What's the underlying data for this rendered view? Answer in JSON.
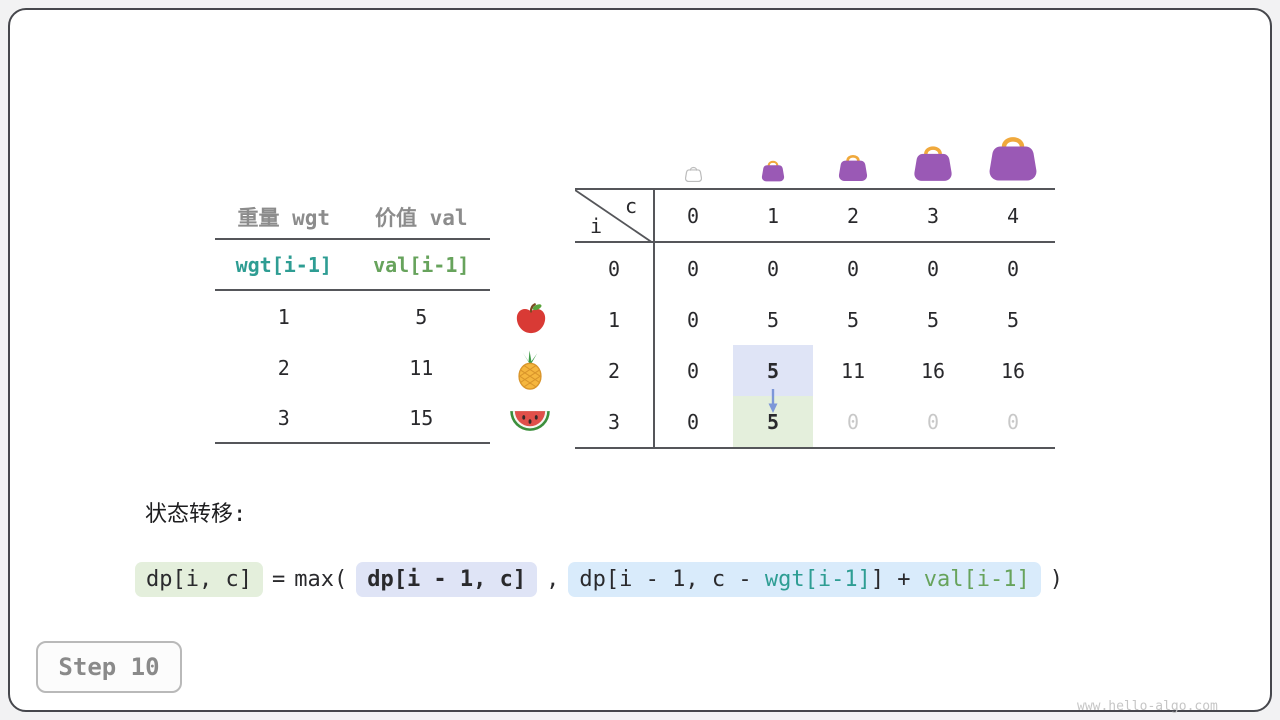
{
  "colors": {
    "teal_text": "#2e9d93",
    "green_text": "#67a35c",
    "highlight_blue_bg": "#dfe4f6",
    "highlight_green_bg": "#e4efdc",
    "formula_lightblue_bg": "#d9ebfb",
    "arrow_blue": "#7d97d8",
    "bag_body_purple": "#9a59b5",
    "bag_handle_orange": "#f0a93c",
    "muted_value_gray": "#c8c8c8",
    "header_gray": "#8c8c8c"
  },
  "icons": {
    "fruits": [
      "apple",
      "pineapple",
      "watermelon"
    ],
    "capacity_bags": [
      "empty-bag",
      "bag-small",
      "bag-medium",
      "bag-large",
      "bag-xlarge"
    ]
  },
  "item_table": {
    "col1_header": "重量 wgt",
    "col2_header": "价值 val",
    "formula_wgt": "wgt[i-1]",
    "formula_val": "val[i-1]",
    "rows": [
      {
        "wgt": "1",
        "val": "5"
      },
      {
        "wgt": "2",
        "val": "11"
      },
      {
        "wgt": "3",
        "val": "15"
      }
    ]
  },
  "dp_table": {
    "corner_col_label": "c",
    "corner_row_label": "i",
    "col_headers": [
      "0",
      "1",
      "2",
      "3",
      "4"
    ],
    "row_headers": [
      "0",
      "1",
      "2",
      "3"
    ],
    "rows": [
      [
        "0",
        "0",
        "0",
        "0",
        "0"
      ],
      [
        "0",
        "5",
        "5",
        "5",
        "5"
      ],
      [
        "0",
        "5",
        "11",
        "16",
        "16"
      ],
      [
        "0",
        "5",
        "0",
        "0",
        "0"
      ]
    ]
  },
  "transition": {
    "section_label": "状态转移:",
    "lhs": "dp[i, c]",
    "equals": "=",
    "max_open": "max(",
    "arg1": "dp[i - 1, c]",
    "comma": ",",
    "arg2_prefix": "dp[i - 1, c - ",
    "arg2_wgt": "wgt[i-1]",
    "arg2_mid": "] + ",
    "arg2_val": "val[i-1]",
    "close_paren": ")"
  },
  "footer": {
    "step_label": "Step 10",
    "watermark": "www.hello-algo.com"
  }
}
